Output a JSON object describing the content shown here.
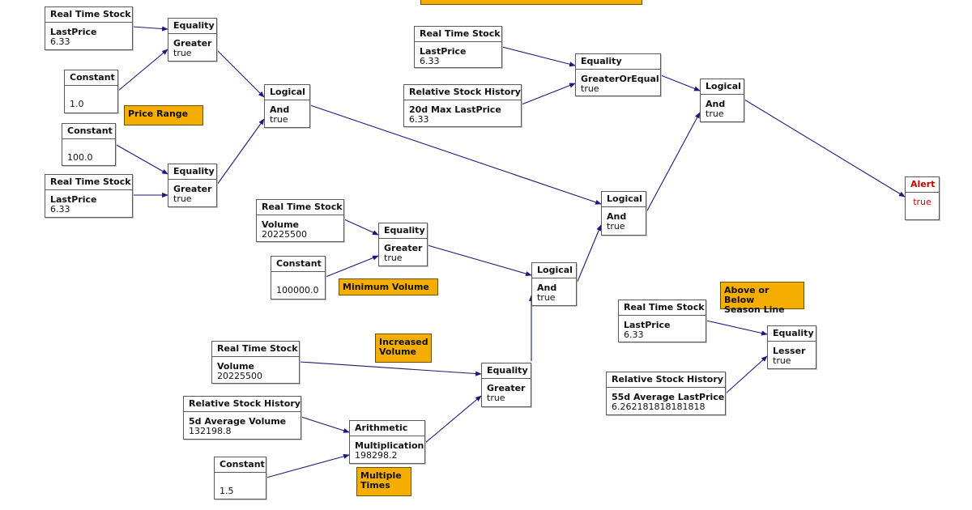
{
  "nodes": {
    "rts_1": {
      "title": "Real Time Stock",
      "op": "LastPrice",
      "value": "6.33"
    },
    "eq_1": {
      "title": "Equality",
      "op": "Greater",
      "value": "true"
    },
    "const_1": {
      "title": "Constant",
      "value": "1.0"
    },
    "const_100": {
      "title": "Constant",
      "value": "100.0"
    },
    "rts_2": {
      "title": "Real Time Stock",
      "op": "LastPrice",
      "value": "6.33"
    },
    "eq_2": {
      "title": "Equality",
      "op": "Greater",
      "value": "true"
    },
    "logic_1": {
      "title": "Logical",
      "op": "And",
      "value": "true"
    },
    "rts_3": {
      "title": "Real Time Stock",
      "op": "LastPrice",
      "value": "6.33"
    },
    "rsh_20d": {
      "title": "Relative Stock History",
      "op": "20d Max LastPrice",
      "value": "6.33"
    },
    "eq_3": {
      "title": "Equality",
      "op": "GreaterOrEqual",
      "value": "true"
    },
    "logic_top": {
      "title": "Logical",
      "op": "And",
      "value": "true"
    },
    "rts_vol1": {
      "title": "Real Time Stock",
      "op": "Volume",
      "value": "20225500"
    },
    "const_100000": {
      "title": "Constant",
      "value": "100000.0"
    },
    "eq_vol": {
      "title": "Equality",
      "op": "Greater",
      "value": "true"
    },
    "logic_mid": {
      "title": "Logical",
      "op": "And",
      "value": "true"
    },
    "logic_right": {
      "title": "Logical",
      "op": "And",
      "value": "true"
    },
    "alert": {
      "title": "Alert",
      "value": "true"
    },
    "rts_vol2": {
      "title": "Real Time Stock",
      "op": "Volume",
      "value": "20225500"
    },
    "rsh_5d": {
      "title": "Relative Stock History",
      "op": "5d Average Volume",
      "value": "132198.8"
    },
    "const_15": {
      "title": "Constant",
      "value": "1.5"
    },
    "arith": {
      "title": "Arithmetic",
      "op": "Multiplication",
      "value": "198298.2"
    },
    "eq_inc": {
      "title": "Equality",
      "op": "Greater",
      "value": "true"
    },
    "rts_season": {
      "title": "Real Time Stock",
      "op": "LastPrice",
      "value": "6.33"
    },
    "rsh_55d": {
      "title": "Relative Stock History",
      "op": "55d Average LastPrice",
      "value": "6.262181818181818"
    },
    "eq_lesser": {
      "title": "Equality",
      "op": "Lesser",
      "value": "true"
    }
  },
  "notes": {
    "price_range": "Price Range",
    "minimum_volume": "Minimum Volume",
    "increased_volume_1": "Increased",
    "increased_volume_2": "Volume",
    "multiple_times_1": "Multiple",
    "multiple_times_2": "Times",
    "season_line_1": "Above or Below",
    "season_line_2": "Season Line"
  },
  "colors": {
    "edge": "#1a1a7a",
    "note": "#f5ad00",
    "alert": "#cc0000"
  }
}
